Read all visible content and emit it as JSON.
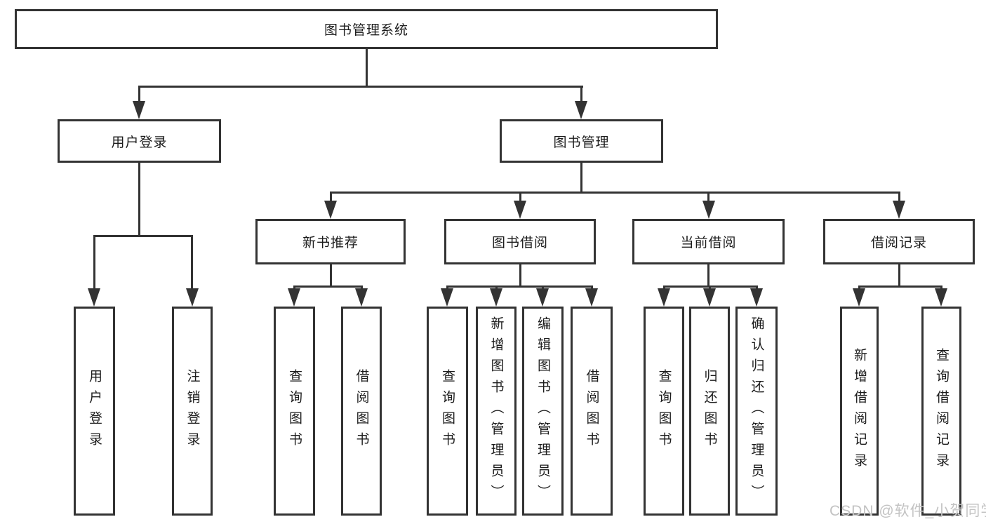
{
  "diagram": {
    "root_label": "图书管理系统",
    "branches": [
      {
        "label": "用户登录",
        "leaves": [
          "用户登录",
          "注销登录"
        ]
      },
      {
        "label": "图书管理",
        "groups": [
          {
            "label": "新书推荐",
            "leaves": [
              "查询图书",
              "借阅图书"
            ]
          },
          {
            "label": "图书借阅",
            "leaves": [
              "查询图书",
              "新增图书（管理员）",
              "编辑图书（管理员）",
              "借阅图书"
            ]
          },
          {
            "label": "当前借阅",
            "leaves": [
              "查询图书",
              "归还图书",
              "确认归还（管理员）"
            ]
          },
          {
            "label": "借阅记录",
            "leaves": [
              "新增借阅记录",
              "查询借阅记录"
            ]
          }
        ]
      }
    ]
  },
  "watermark": {
    "text": "CSDN @软件_小贺同学"
  },
  "colors": {
    "line": "#333333",
    "text": "#1c1c1c",
    "background": "#ffffff",
    "watermark": "#c3c3c3"
  }
}
